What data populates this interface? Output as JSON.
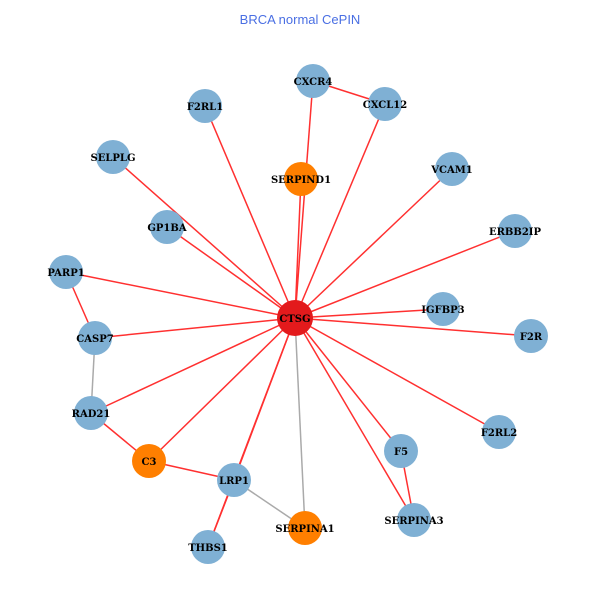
{
  "title": "BRCA normal CePIN",
  "colors": {
    "hub": "#e31a1c",
    "protein": "#7fb0d4",
    "inhibitor": "#ff7f00",
    "edge_red": "#ff3030",
    "edge_gray": "#aaaaaa"
  },
  "nodes": [
    {
      "id": "CTSG",
      "type": "hub"
    },
    {
      "id": "CXCR4",
      "type": "protein"
    },
    {
      "id": "CXCL12",
      "type": "protein"
    },
    {
      "id": "F2RL1",
      "type": "protein"
    },
    {
      "id": "SELPLG",
      "type": "protein"
    },
    {
      "id": "SERPIND1",
      "type": "inhibitor"
    },
    {
      "id": "VCAM1",
      "type": "protein"
    },
    {
      "id": "GP1BA",
      "type": "protein"
    },
    {
      "id": "ERBB2IP",
      "type": "protein"
    },
    {
      "id": "PARP1",
      "type": "protein"
    },
    {
      "id": "IGFBP3",
      "type": "protein"
    },
    {
      "id": "F2R",
      "type": "protein"
    },
    {
      "id": "CASP7",
      "type": "protein"
    },
    {
      "id": "RAD21",
      "type": "protein"
    },
    {
      "id": "F2RL2",
      "type": "protein"
    },
    {
      "id": "F5",
      "type": "protein"
    },
    {
      "id": "C3",
      "type": "inhibitor"
    },
    {
      "id": "LRP1",
      "type": "protein"
    },
    {
      "id": "SERPINA1",
      "type": "inhibitor"
    },
    {
      "id": "SERPINA3",
      "type": "protein"
    },
    {
      "id": "THBS1",
      "type": "protein"
    }
  ],
  "edges": [
    [
      "CTSG",
      "CXCR4",
      "red"
    ],
    [
      "CTSG",
      "SERPIND1",
      "red"
    ],
    [
      "CTSG",
      "CXCL12",
      "red"
    ],
    [
      "CTSG",
      "F2RL1",
      "red"
    ],
    [
      "CTSG",
      "SELPLG",
      "red"
    ],
    [
      "CTSG",
      "VCAM1",
      "red"
    ],
    [
      "CTSG",
      "GP1BA",
      "red"
    ],
    [
      "CTSG",
      "ERBB2IP",
      "red"
    ],
    [
      "CTSG",
      "PARP1",
      "red"
    ],
    [
      "CTSG",
      "IGFBP3",
      "red"
    ],
    [
      "CTSG",
      "F2R",
      "red"
    ],
    [
      "CTSG",
      "CASP7",
      "red"
    ],
    [
      "CTSG",
      "RAD21",
      "red"
    ],
    [
      "CTSG",
      "F2RL2",
      "red"
    ],
    [
      "CTSG",
      "F5",
      "red"
    ],
    [
      "CTSG",
      "C3",
      "red"
    ],
    [
      "CTSG",
      "LRP1",
      "red"
    ],
    [
      "CTSG",
      "THBS1",
      "red"
    ],
    [
      "CTSG",
      "SERPINA3",
      "red"
    ],
    [
      "CTSG",
      "SERPINA1",
      "gray"
    ],
    [
      "CXCR4",
      "CXCL12",
      "red"
    ],
    [
      "PARP1",
      "CASP7",
      "red"
    ],
    [
      "CASP7",
      "RAD21",
      "gray"
    ],
    [
      "RAD21",
      "C3",
      "red"
    ],
    [
      "C3",
      "LRP1",
      "red"
    ],
    [
      "LRP1",
      "THBS1",
      "red"
    ],
    [
      "LRP1",
      "SERPINA1",
      "gray"
    ],
    [
      "F5",
      "SERPINA3",
      "red"
    ]
  ]
}
